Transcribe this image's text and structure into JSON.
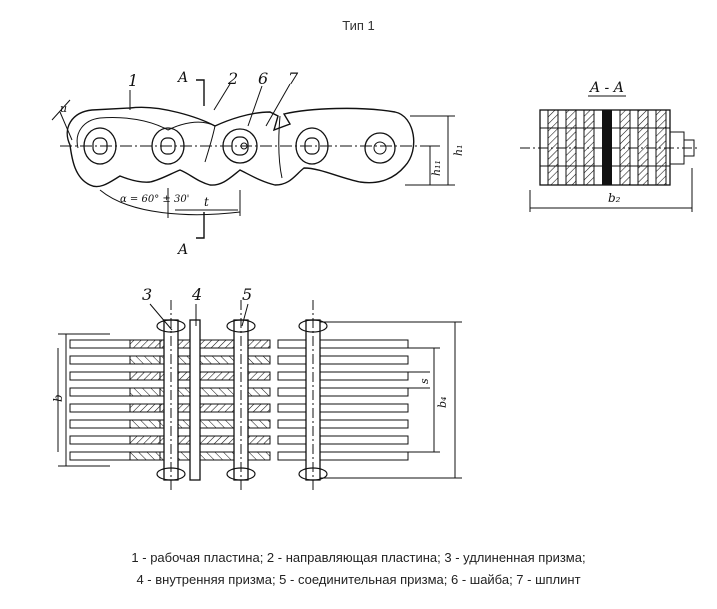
{
  "title": "Тип 1",
  "labels": {
    "n1": "1",
    "n2": "2",
    "n3": "3",
    "n4": "4",
    "n5": "5",
    "n6": "6",
    "n7": "7",
    "section_top": "A",
    "section_bottom": "A",
    "section_view": "A - A",
    "dim_u": "u",
    "dim_alpha": "α = 60° ± 30'",
    "dim_t": "t",
    "dim_h1": "h₁",
    "dim_h11": "h₁₁",
    "dim_b2": "b₂",
    "dim_b": "b",
    "dim_b4": "b₄",
    "dim_s": "s"
  },
  "caption": {
    "line1": "1 - рабочая пластина; 2 - направляющая пластина; 3 - удлиненная призма;",
    "line2": "4 - внутренняя призма; 5 - соединительная призма; 6 - шайба; 7 - шплинт"
  }
}
